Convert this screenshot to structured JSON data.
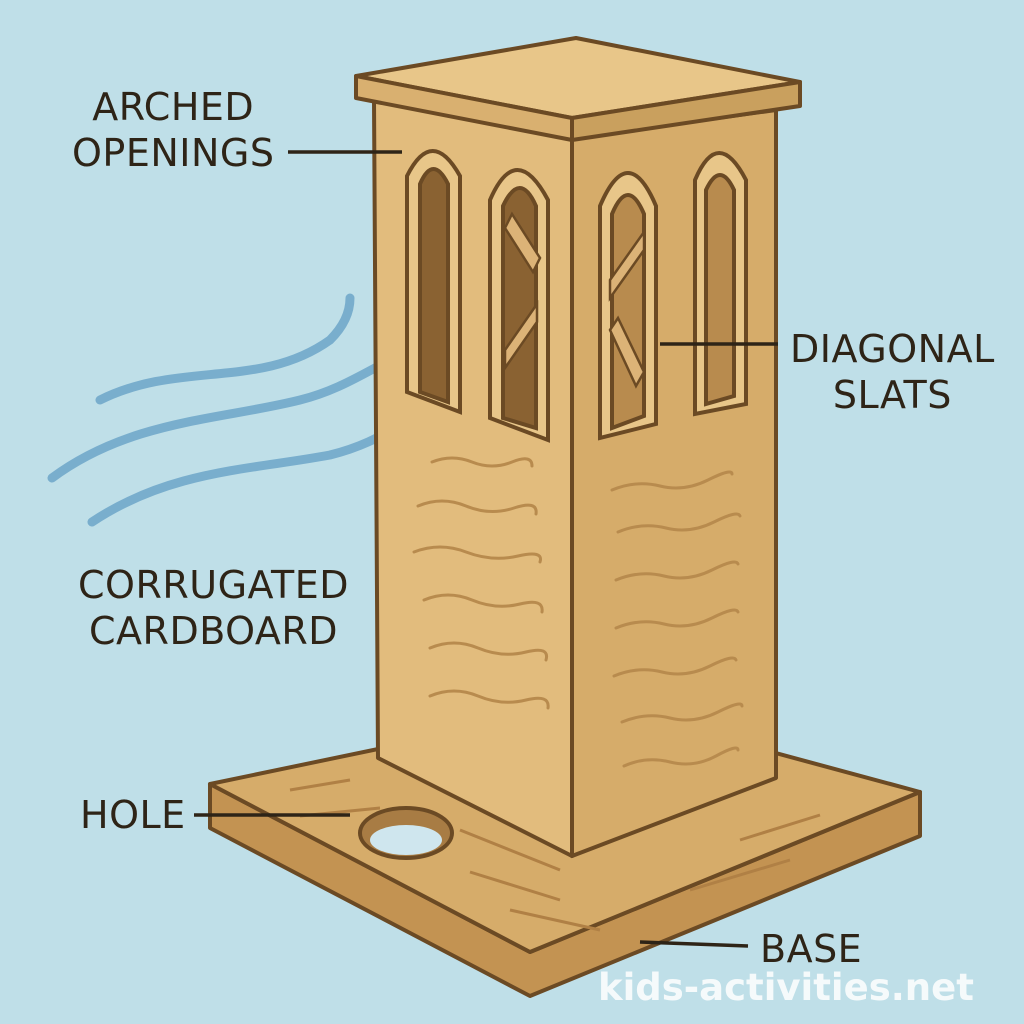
{
  "labels": {
    "arched_openings": [
      "ARCHED",
      "OPENINGS"
    ],
    "diagonal_slats": [
      "DIAGONAL",
      "SLATS"
    ],
    "corrugated_cardboard": [
      "CORRUGATED",
      "CARDBOARD"
    ],
    "hole": "HOLE",
    "base": "BASE"
  },
  "watermark": "kids-activities.net",
  "colors": {
    "background": "#bfdfe8",
    "cardboard_light": "#e2bc7d",
    "cardboard_mid": "#d6ac6a",
    "cardboard_dark": "#c39352",
    "outline": "#6b4a24",
    "opening_shadow": "#8a6232",
    "wind": "#79aecd",
    "text": "#2e2417"
  }
}
